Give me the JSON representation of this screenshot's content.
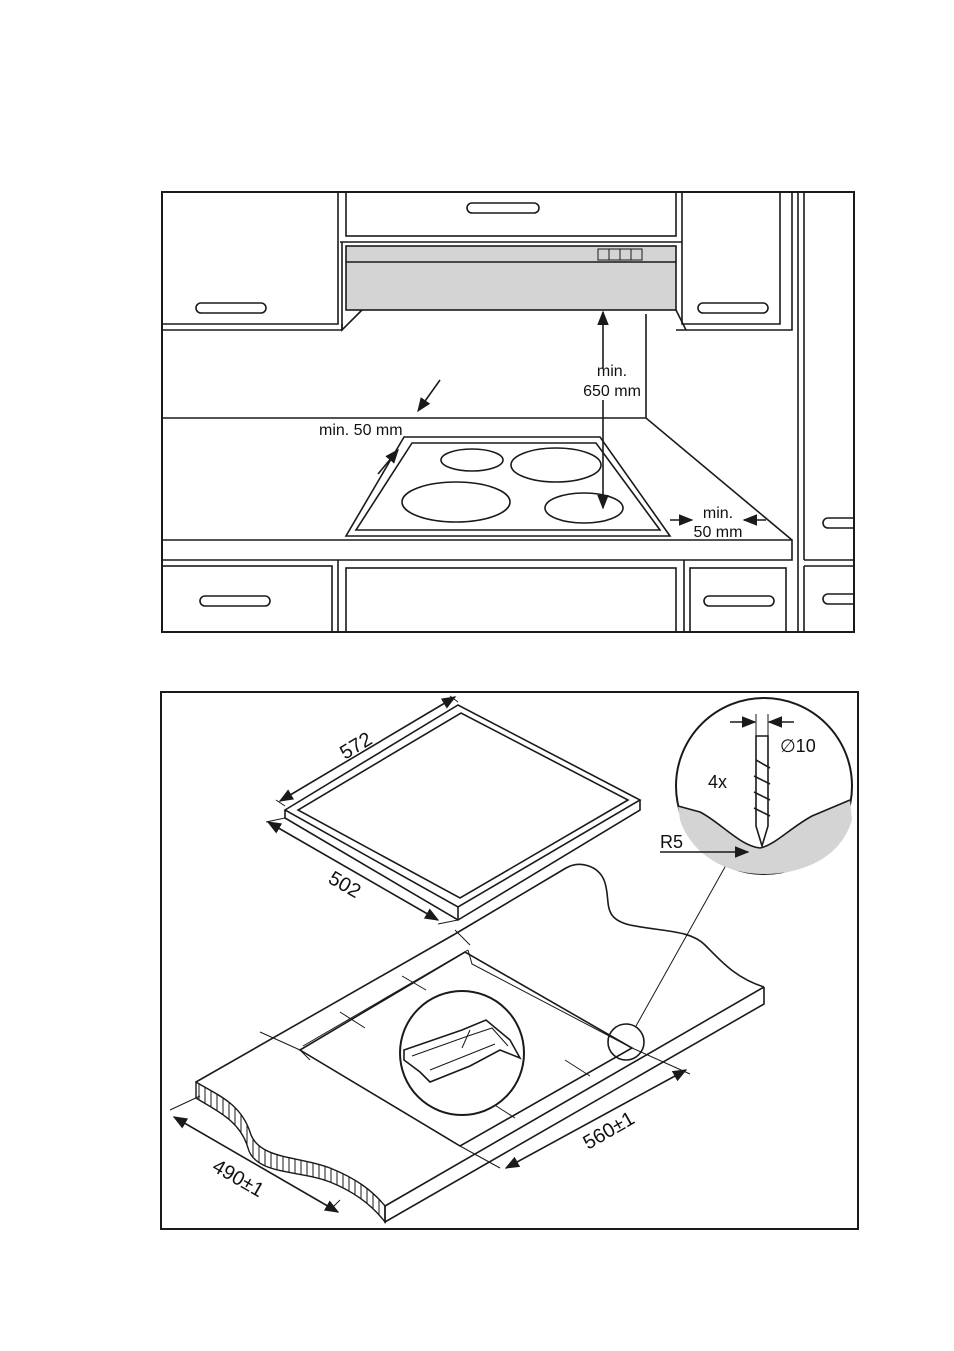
{
  "figure1": {
    "labels": {
      "hood_clearance_line1": "min.",
      "hood_clearance_line2": "650 mm",
      "rear_clearance": "min. 50 mm",
      "side_clearance_line1": "min.",
      "side_clearance_line2": "50 mm"
    },
    "colors": {
      "hood_fill": "#d4d4d4",
      "line": "#1a1a1a"
    }
  },
  "figure2": {
    "labels": {
      "hob_width": "572",
      "hob_depth": "502",
      "cutout_width": "560±1",
      "cutout_depth": "490±1",
      "drill_count": "4x",
      "drill_diameter": "∅10",
      "corner_radius": "R5"
    },
    "colors": {
      "cut_fill": "#d4d4d4",
      "line": "#1a1a1a"
    }
  }
}
